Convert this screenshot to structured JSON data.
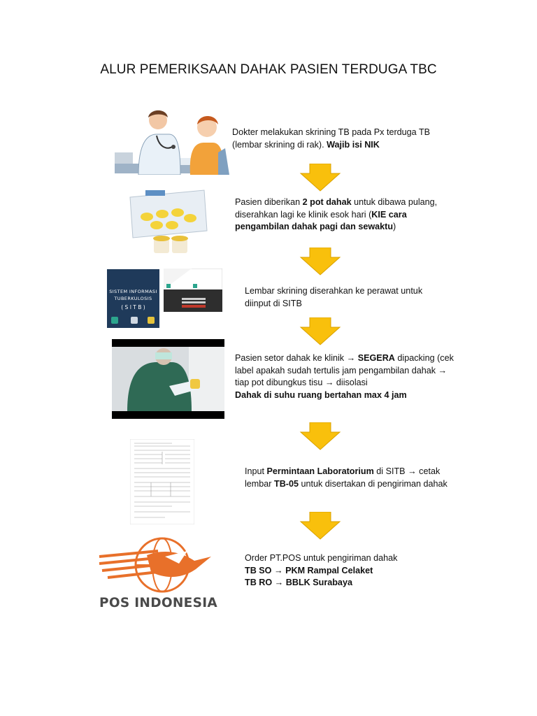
{
  "title": "ALUR PEMERIKSAAN DAHAK PASIEN TERDUGA TBC",
  "steps": [
    {
      "lines": [
        [
          {
            "t": "Dokter melakukan skrining TB pada Px terduga TB",
            "b": false
          }
        ],
        [
          {
            "t": "(lembar skrining di rak). ",
            "b": false
          },
          {
            "t": "Wajib isi NIK",
            "b": true
          }
        ]
      ]
    },
    {
      "lines": [
        [
          {
            "t": "Pasien diberikan ",
            "b": false
          },
          {
            "t": "2 pot dahak",
            "b": true
          },
          {
            "t": " untuk dibawa pulang,",
            "b": false
          }
        ],
        [
          {
            "t": "diserahkan lagi ke klinik esok hari (",
            "b": false
          },
          {
            "t": "KIE cara",
            "b": true
          }
        ],
        [
          {
            "t": "pengambilan dahak pagi dan sewaktu",
            "b": true
          },
          {
            "t": ")",
            "b": false
          }
        ]
      ]
    },
    {
      "lines": [
        [
          {
            "t": "Lembar skrining diserahkan ke perawat untuk",
            "b": false
          }
        ],
        [
          {
            "t": "diinput di SITB",
            "b": false
          }
        ]
      ]
    },
    {
      "lines": [
        [
          {
            "t": "Pasien setor dahak ke klinik → ",
            "b": false
          },
          {
            "t": "SEGERA",
            "b": true
          },
          {
            "t": " dipacking (cek",
            "b": false
          }
        ],
        [
          {
            "t": "label apakah sudah tertulis jam pengambilan dahak →",
            "b": false
          }
        ],
        [
          {
            "t": "tiap pot dibungkus tisu → diisolasi",
            "b": false
          }
        ],
        [
          {
            "t": "Dahak di suhu ruang bertahan max 4 jam",
            "b": true
          }
        ]
      ]
    },
    {
      "lines": [
        [
          {
            "t": "Input ",
            "b": false
          },
          {
            "t": "Permintaan Laboratorium",
            "b": true
          },
          {
            "t": " di SITB → cetak",
            "b": false
          }
        ],
        [
          {
            "t": "lembar ",
            "b": false
          },
          {
            "t": "TB-05",
            "b": true
          },
          {
            "t": " untuk disertakan di pengiriman dahak",
            "b": false
          }
        ]
      ]
    },
    {
      "lines": [
        [
          {
            "t": "Order PT.POS untuk pengiriman dahak",
            "b": false
          }
        ],
        [
          {
            "t": "TB SO → PKM Rampal Celaket",
            "b": true
          }
        ],
        [
          {
            "t": "TB RO → BBLK Surabaya",
            "b": true
          }
        ]
      ]
    }
  ],
  "images": {
    "sitb_line1": "SISTEM INFORMASI",
    "sitb_line2": "TUBERKULOSIS",
    "sitb_line3": "( S I T B )",
    "pos_logo": "POS INDONESIA"
  },
  "colors": {
    "arrow": "#f9c00c",
    "arrow_stroke": "#d9a100",
    "pos_orange": "#e8702a",
    "sitb_bg": "#1f3a5a"
  }
}
